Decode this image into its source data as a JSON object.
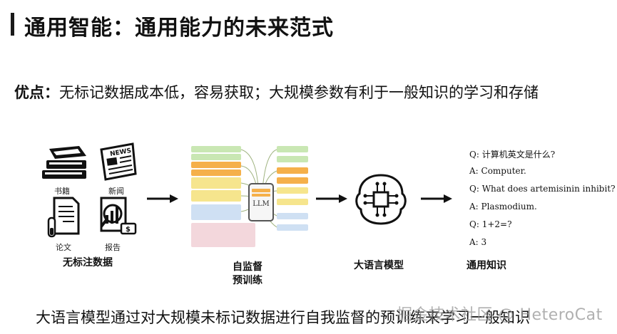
{
  "header": {
    "title": "通用智能：通用能力的未来范式"
  },
  "advantages": {
    "label": "优点：",
    "text": "无标记数据成本低，容易获取；大规模参数有利于一般知识的学习和存储"
  },
  "sources": {
    "books_label": "书籍",
    "news_label": "新闻",
    "news_sign": "NEWS",
    "papers_label": "论文",
    "reports_label": "报告",
    "money_sign": "$",
    "caption": "无标注数据"
  },
  "pretraining": {
    "llm_label": "LLM",
    "caption_line1": "自监督",
    "caption_line2": "预训练"
  },
  "model": {
    "caption": "大语言模型"
  },
  "knowledge": {
    "caption": "通用知识",
    "qa": [
      "Q: 计算机英文是什么?",
      "A: Computer.",
      "Q: What does artemisinin inhibit?",
      "A: Plasmodium.",
      "Q:  1+2=?",
      "A: 3"
    ]
  },
  "footer": {
    "text": "大语言模型通过对大规模未标记数据进行自我监督的预训练来学习一般知识",
    "watermark": "掘金技术社区 @ HeteroCat"
  },
  "colors": {
    "green": "#c9e7b3",
    "orange": "#f5b04a",
    "yellow": "#f6e58d",
    "blue": "#cfe0f3",
    "pink": "#f3d7dc"
  }
}
